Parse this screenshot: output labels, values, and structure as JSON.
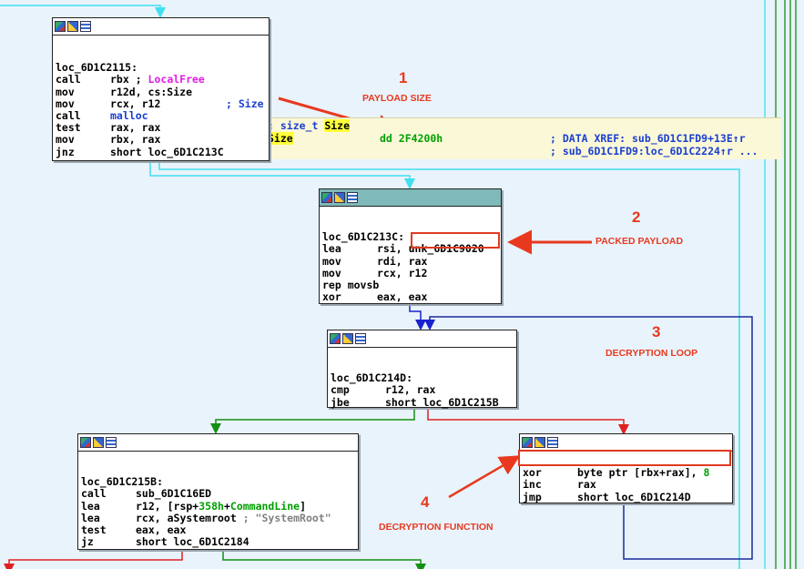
{
  "block1": {
    "label": "loc_6D1C2115:",
    "rows": [
      {
        "m": "call",
        "o": "rbx ; ",
        "hl": "LocalFree"
      },
      {
        "m": "mov",
        "o": "r12d, cs:Size"
      },
      {
        "m": "mov",
        "o": "rcx, r12",
        "c": "; Size"
      },
      {
        "m": "call",
        "o": "malloc"
      },
      {
        "m": "test",
        "o": "rax, rax"
      },
      {
        "m": "mov",
        "o": "rbx, rax"
      },
      {
        "m": "jnz",
        "o": "short loc_6D1C213C"
      }
    ]
  },
  "data": {
    "c1a": "; size_t ",
    "c1b": "Size",
    "name": "Size",
    "op": "dd 2F4200h",
    "x1": "; DATA XREF: sub_6D1C1FD9+13E↑r",
    "x2": "; sub_6D1C1FD9:loc_6D1C2224↑r ..."
  },
  "block2": {
    "label": "loc_6D1C213C:",
    "rows": [
      {
        "m": "lea",
        "o": "rsi, ",
        "box": "unk_6D1C9020"
      },
      {
        "m": "mov",
        "o": "rdi, rax"
      },
      {
        "m": "mov",
        "o": "rcx, r12"
      },
      {
        "m": "rep movsb",
        "o": ""
      },
      {
        "m": "xor",
        "o": "eax, eax"
      }
    ]
  },
  "block3": {
    "label": "loc_6D1C214D:",
    "rows": [
      {
        "m": "cmp",
        "o": "r12, rax"
      },
      {
        "m": "jbe",
        "o": "short loc_6D1C215B"
      }
    ]
  },
  "block4": {
    "label": "loc_6D1C215B:",
    "rows": [
      {
        "m": "call",
        "o": "sub_6D1C16ED"
      },
      {
        "m": "lea",
        "o": "r12, [rsp+",
        "g": "358h",
        "o2": "+",
        "g2": "CommandLine",
        "o3": "]"
      },
      {
        "m": "lea",
        "o": "rcx, aSystemroot",
        "c": " ; \"SystemRoot\""
      },
      {
        "m": "test",
        "o": "eax, eax"
      },
      {
        "m": "jz",
        "o": "short loc_6D1C2184"
      }
    ]
  },
  "block5": {
    "rows": [
      {
        "m": "xor",
        "o": "byte ptr [rbx+rax], ",
        "g": "8"
      },
      {
        "m": "inc",
        "o": "rax"
      },
      {
        "m": "jmp",
        "o": "short loc_6D1C214D"
      }
    ]
  },
  "annotations": [
    {
      "num": "1",
      "text": "PAYLOAD SIZE"
    },
    {
      "num": "2",
      "text": "PACKED PAYLOAD"
    },
    {
      "num": "3",
      "text": "DECRYPTION LOOP"
    },
    {
      "num": "4",
      "text": "DECRYPTION FUNCTION"
    }
  ],
  "colors": {
    "annotation": "#e8391f",
    "edge_cyan": "#40e0f0",
    "edge_blue": "#1a22d0",
    "edge_green": "#139013",
    "edge_red": "#e02020",
    "edge_navy": "#1a2a9a"
  }
}
